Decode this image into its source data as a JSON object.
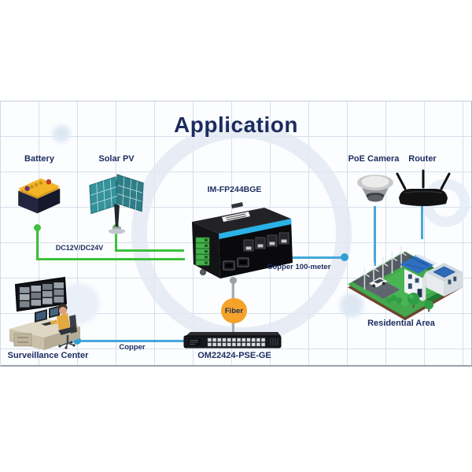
{
  "title": "Application",
  "colors": {
    "navy": "#1b2c5f",
    "green": "#3cc13c",
    "blue": "#45a8da",
    "gray_line": "#a8abae",
    "orange": "#f5a328",
    "grid": "#d6dfeb",
    "band_bg": "#fcfdff"
  },
  "nodes": {
    "battery": {
      "label": "Battery"
    },
    "solar_pv": {
      "label": "Solar PV"
    },
    "industrial_switch": {
      "label": "IM-FP244BGE"
    },
    "poe_camera": {
      "label": "PoE Camera"
    },
    "router": {
      "label": "Router"
    },
    "surveillance_center": {
      "label": "Surveillance Center"
    },
    "rack_switch": {
      "label": "OM22424-PSE-GE"
    },
    "residential_area": {
      "label": "Residential Area"
    }
  },
  "connections": {
    "dc_power": {
      "label": "DC12V/DC24V"
    },
    "copper_100m": {
      "label": "Copper 100-meter"
    },
    "fiber": {
      "label": "Fiber"
    },
    "copper": {
      "label": "Copper"
    }
  }
}
